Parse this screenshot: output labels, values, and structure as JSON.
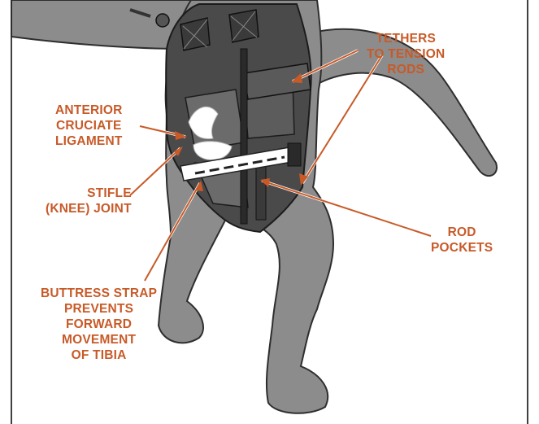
{
  "labels": {
    "tethers": [
      "TETHERS",
      "TO TENSION",
      "RODS"
    ],
    "acl": [
      "ANTERIOR",
      "CRUCIATE",
      "LIGAMENT"
    ],
    "stifle": [
      "STIFLE",
      "(KNEE) JOINT"
    ],
    "rod_pockets": [
      "ROD",
      "POCKETS"
    ],
    "buttress": [
      "BUTTRESS STRAP",
      "PREVENTS",
      "FORWARD",
      "MOVEMENT",
      "OF TIBIA"
    ]
  },
  "colors": {
    "label": "#c85a28",
    "leg": "#8c8c8c",
    "brace": "#4a4a4a",
    "frame": "#000000"
  }
}
